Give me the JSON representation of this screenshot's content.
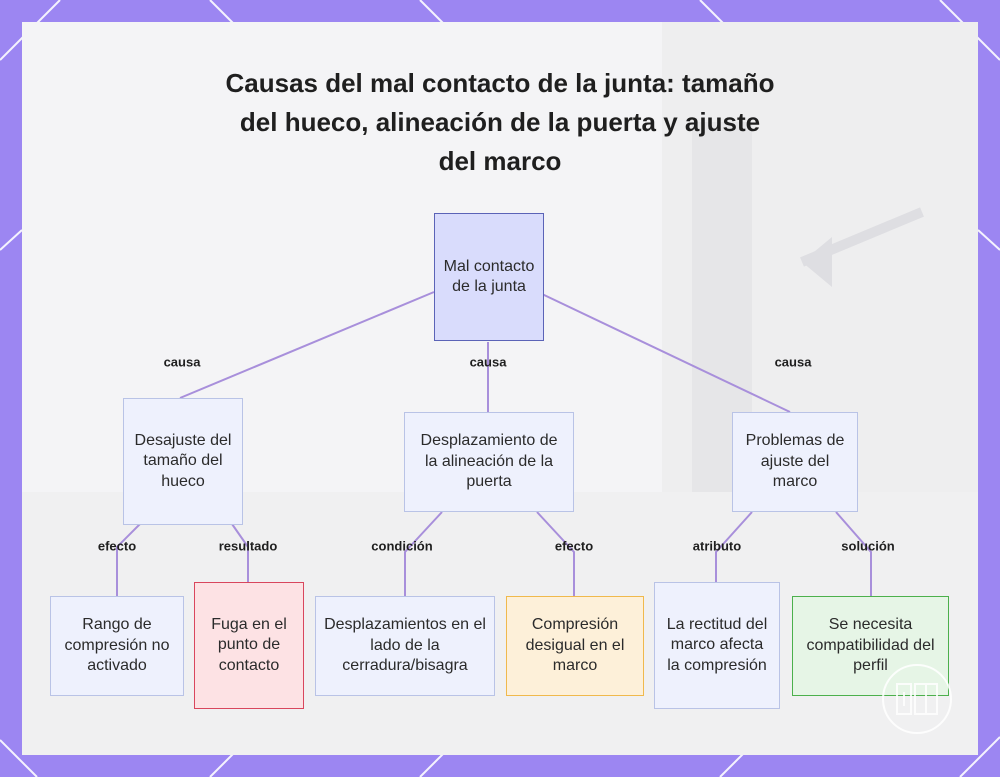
{
  "title": "Causas del mal contacto de la junta: tamaño del hueco, alineación de la puerta y ajuste del marco",
  "colors": {
    "frame": "#9c86f2",
    "root_fill": "#d9dcfc",
    "root_border": "#5b63b7",
    "default_fill": "#eef1fd",
    "default_border": "#b9c3e6",
    "red_fill": "#fde2e4",
    "red_border": "#d9465d",
    "orange_fill": "#fdf0d9",
    "orange_border": "#f0b94c",
    "green_fill": "#e6f5e6",
    "green_border": "#4cb04c",
    "edge": "#a88fdb"
  },
  "nodes": {
    "root": "Mal contacto de la junta",
    "gap": "Desajuste del tamaño del hueco",
    "alignment": "Desplazamiento de la alineación de la puerta",
    "frame_fit": "Problemas de ajuste del marco",
    "compression_range": "Rango de compresión no activado",
    "leak": "Fuga en el punto de contacto",
    "lock_side": "Desplazamientos en el lado de la cerradura/bisagra",
    "uneven": "Compresión desigual en el marco",
    "straightness": "La rectitud del marco afecta la compresión",
    "profile": "Se necesita compatibilidad del perfil"
  },
  "edges": {
    "root_gap": "causa",
    "root_alignment": "causa",
    "root_frame_fit": "causa",
    "gap_compression_range": "efecto",
    "gap_leak": "resultado",
    "alignment_lock_side": "condición",
    "alignment_uneven": "efecto",
    "frame_fit_straightness": "atributo",
    "frame_fit_profile": "solución"
  }
}
